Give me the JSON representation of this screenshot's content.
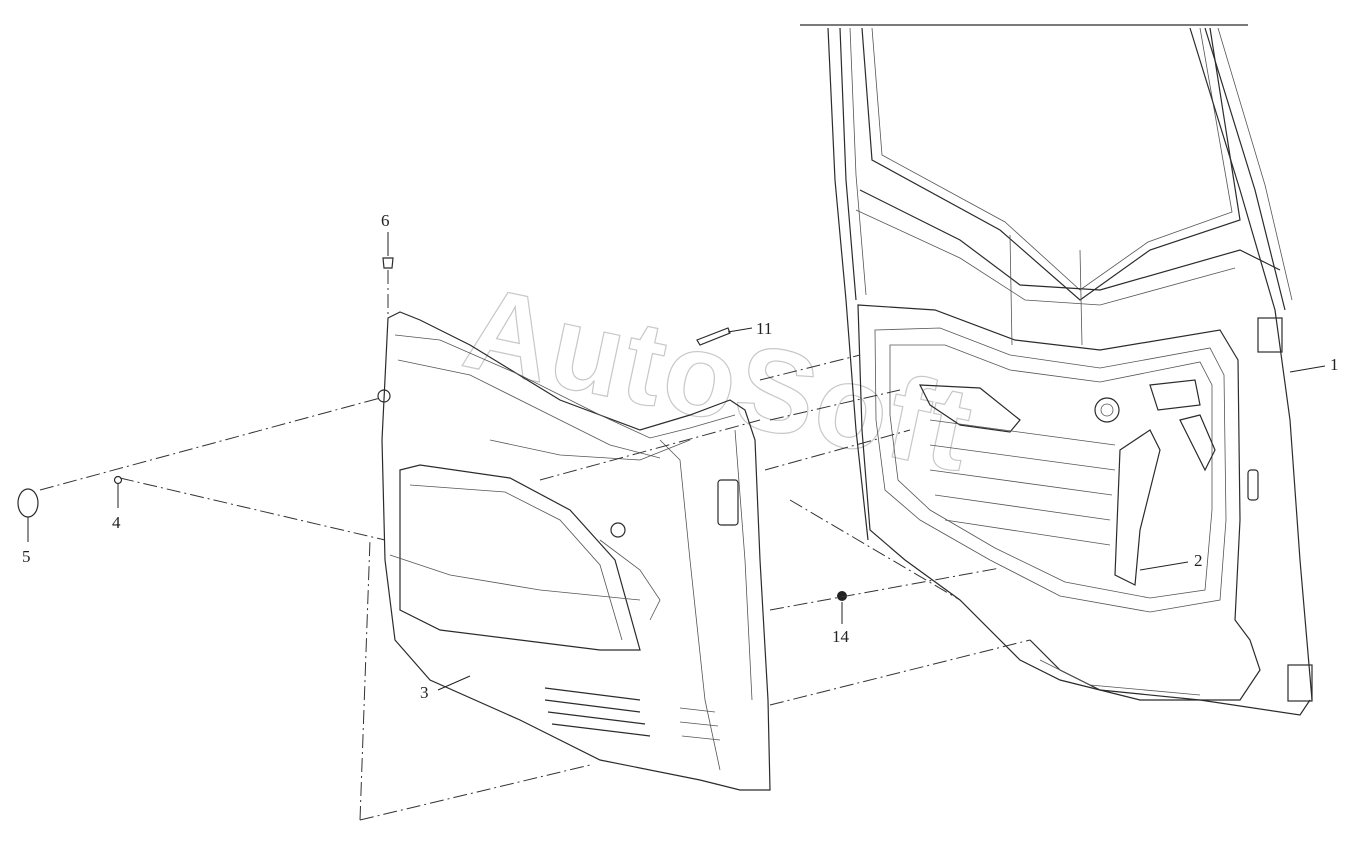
{
  "callouts": [
    {
      "id": "1",
      "label": "1"
    },
    {
      "id": "2",
      "label": "2"
    },
    {
      "id": "3",
      "label": "3"
    },
    {
      "id": "4",
      "label": "4"
    },
    {
      "id": "5",
      "label": "5"
    },
    {
      "id": "6",
      "label": "6"
    },
    {
      "id": "11",
      "label": "11"
    },
    {
      "id": "14",
      "label": "14"
    }
  ],
  "watermark": "AutoSoft",
  "colors": {
    "line": "#2b2b2b",
    "watermark": "#c8c8c8",
    "background": "#ffffff"
  }
}
